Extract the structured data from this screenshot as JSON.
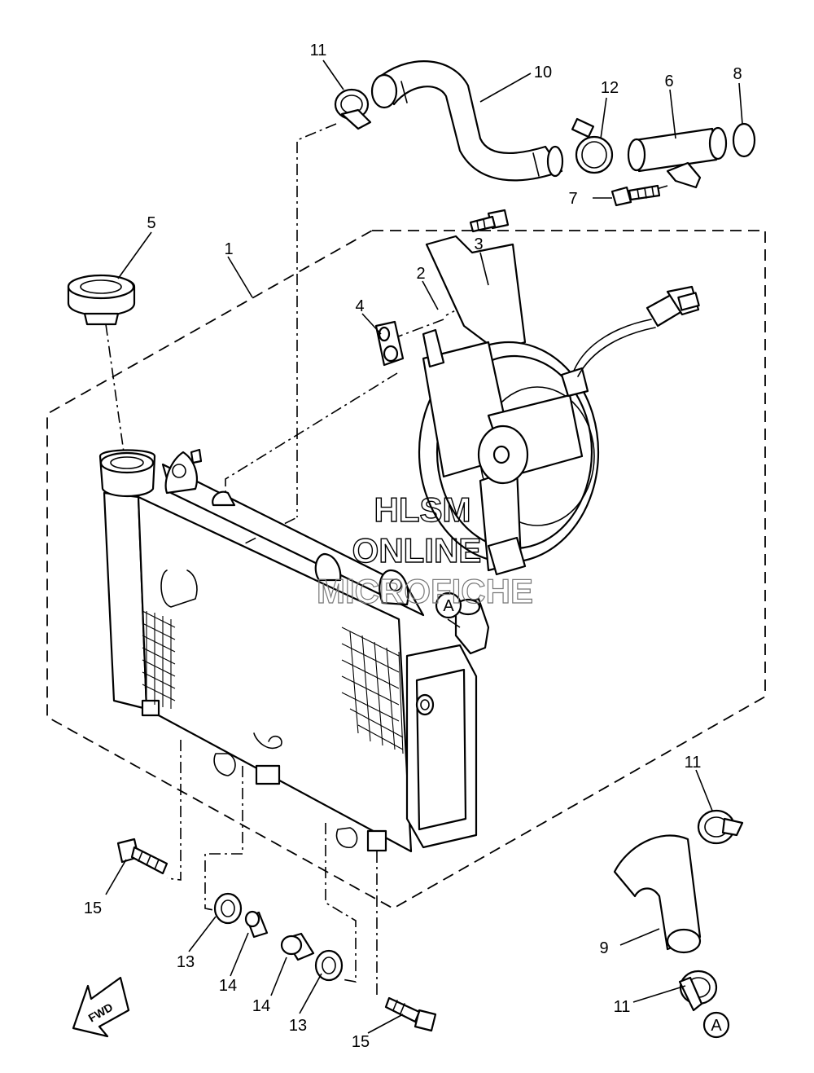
{
  "watermark": {
    "line1": "HLSM",
    "line2": "ONLINE",
    "line3": "MICROFICHE"
  },
  "callouts": {
    "c1": "1",
    "c2": "2",
    "c3": "3",
    "c4": "4",
    "c5": "5",
    "c6": "6",
    "c7": "7",
    "c8": "8",
    "c9": "9",
    "c10": "10",
    "c11a": "11",
    "c11b": "11",
    "c11c": "11",
    "c12": "12",
    "c13a": "13",
    "c13b": "13",
    "c14a": "14",
    "c14b": "14",
    "c15a": "15",
    "c15b": "15"
  },
  "ref_marks": {
    "a1": "A",
    "a2": "A"
  },
  "fwd_label": "FWD"
}
